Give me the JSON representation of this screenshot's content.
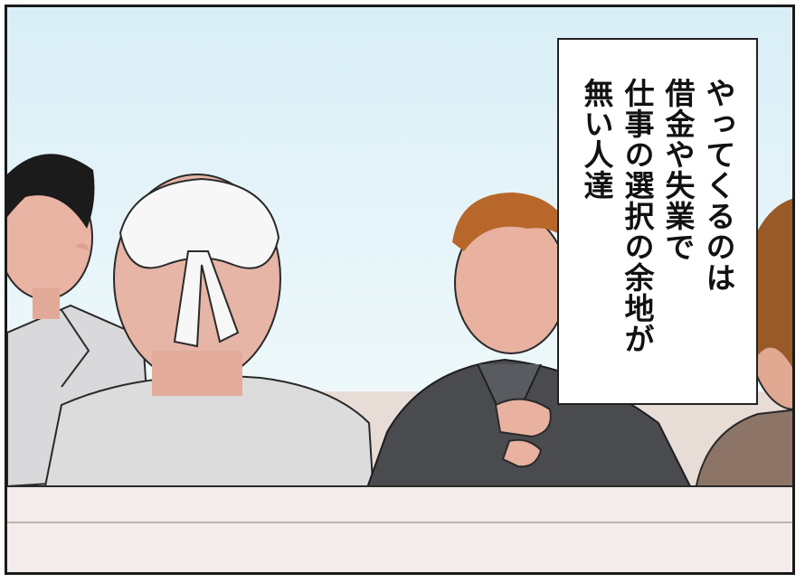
{
  "caption": {
    "lines": [
      "やってくるのは",
      "借金や失業で",
      "仕事の選択の余地が",
      "無い人達"
    ]
  },
  "scene": {
    "figures": [
      {
        "name": "man-left-black-hair",
        "hair_color": "#1b1b1b",
        "shirt_color": "#d9d9db"
      },
      {
        "name": "man-back-head-towel",
        "towel_color": "#f7f7f7",
        "shirt_color": "#dcdcdc"
      },
      {
        "name": "man-center-orange-hair",
        "hair_color": "#b8672a",
        "suit_color": "#4a4b4f"
      },
      {
        "name": "man-right-brown-hair",
        "hair_color": "#9a5a28",
        "shirt_color": "#8c7566"
      }
    ],
    "table_color": "#f3ecea"
  }
}
